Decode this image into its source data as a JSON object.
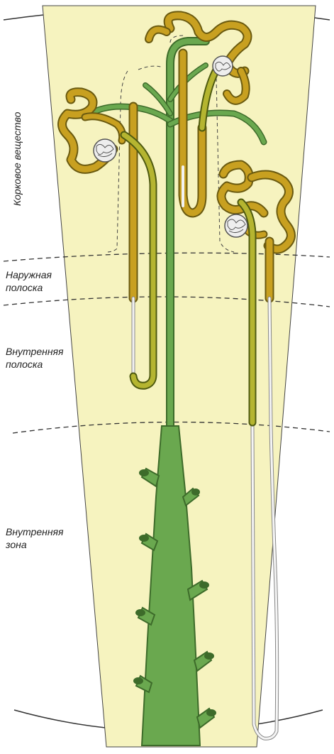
{
  "labels": {
    "cortex": "Корковое вещество",
    "outer_stripe_1": "Наружная",
    "outer_stripe_2": "полоска",
    "inner_stripe_1": "Внутренняя",
    "inner_stripe_2": "полоска",
    "inner_zone_1": "Внутренняя",
    "inner_zone_2": "зона"
  },
  "colors": {
    "background": "#f6f3bf",
    "tubule_gold": "#c8a020",
    "tubule_dark": "#6a5a10",
    "collecting_duct": "#6aa84f",
    "thin_limb": "#e8e8e8"
  }
}
